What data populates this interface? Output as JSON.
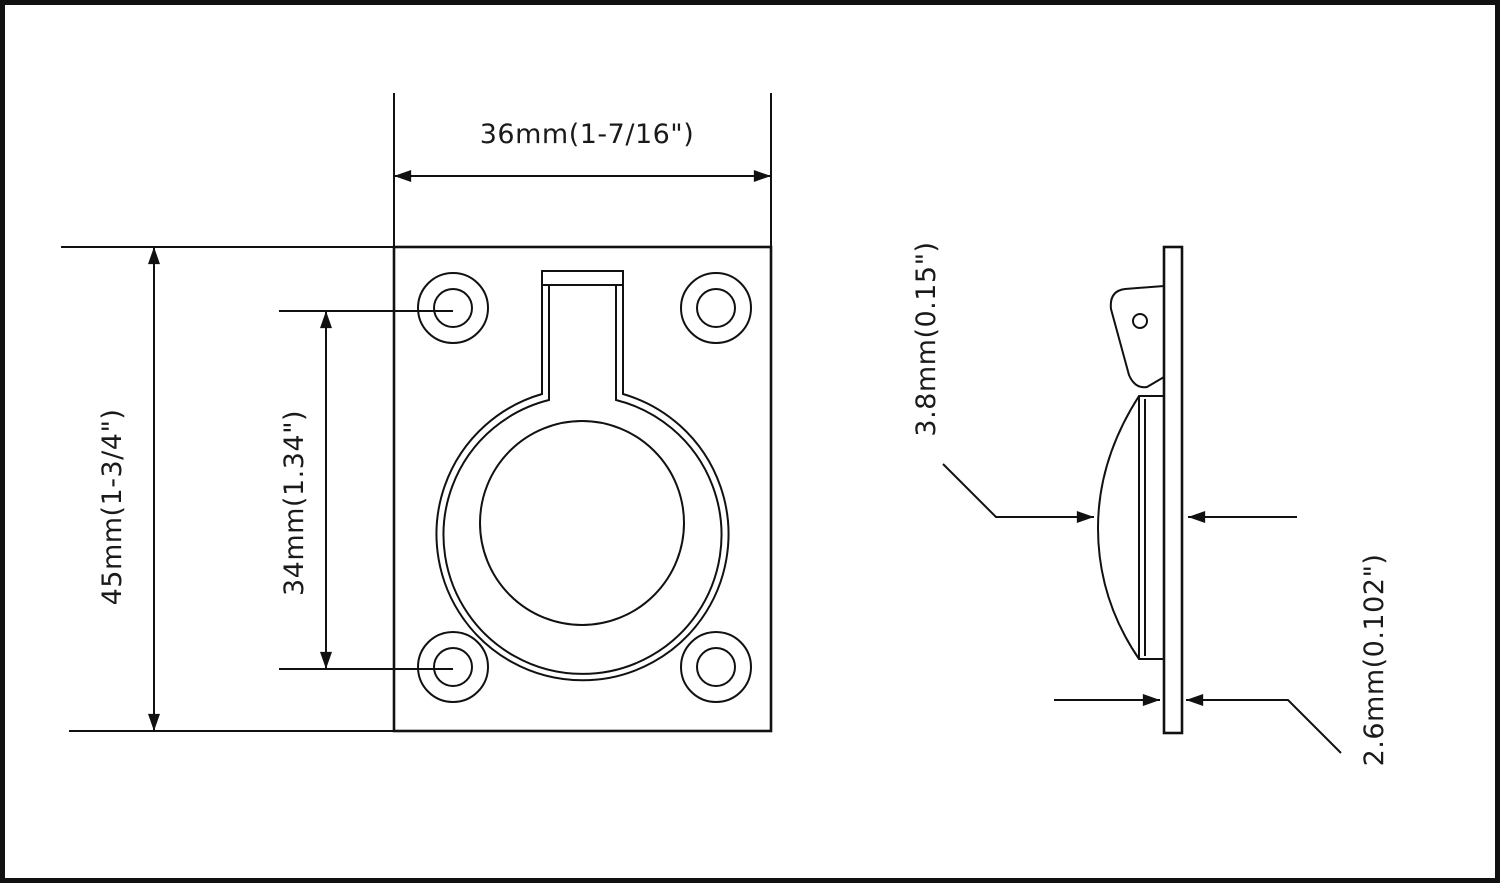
{
  "diagram": {
    "type": "technical-drawing",
    "views": [
      "front-view",
      "side-view"
    ],
    "line_color": "#111111",
    "background": "#ffffff",
    "dimensions": {
      "width_label": "36mm(1-7/16\")",
      "height_label": "45mm(1-3/4\")",
      "hole_spacing_label": "34mm(1.34\")",
      "depth_label": "3.8mm(0.15\")",
      "plate_thickness_label": "2.6mm(0.102\")"
    }
  }
}
